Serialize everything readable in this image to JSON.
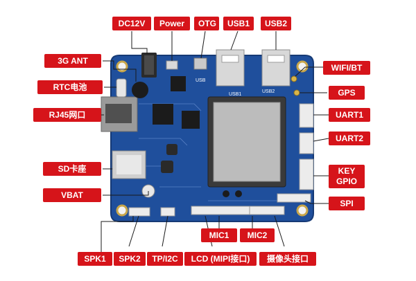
{
  "labels": {
    "dc12v": "DC12V",
    "power": "Power",
    "otg": "OTG",
    "usb1": "USB1",
    "usb2": "USB2",
    "ant3g": "3G ANT",
    "rtc": "RTC电池",
    "rj45": "RJ45网口",
    "sd": "SD卡座",
    "vbat": "VBAT",
    "wifi": "WIFI/BT",
    "gps": "GPS",
    "uart1": "UART1",
    "uart2": "UART2",
    "key": "KEY",
    "gpio": "GPIO",
    "spi": "SPI",
    "mic1": "MIC1",
    "mic2": "MIC2",
    "spk1": "SPK1",
    "spk2": "SPK2",
    "tpi2c": "TP/I2C",
    "lcd": "LCD (MIPI接口)",
    "camera": "摄像头接口"
  },
  "silkscreen": {
    "usb": "USB",
    "usb1": "USB1",
    "usb2": "USB2"
  },
  "colors": {
    "label_bg": "#d6141a",
    "label_text": "#ffffff",
    "pcb": "#1f4f9c",
    "leader_line": "#1a1a1a"
  }
}
